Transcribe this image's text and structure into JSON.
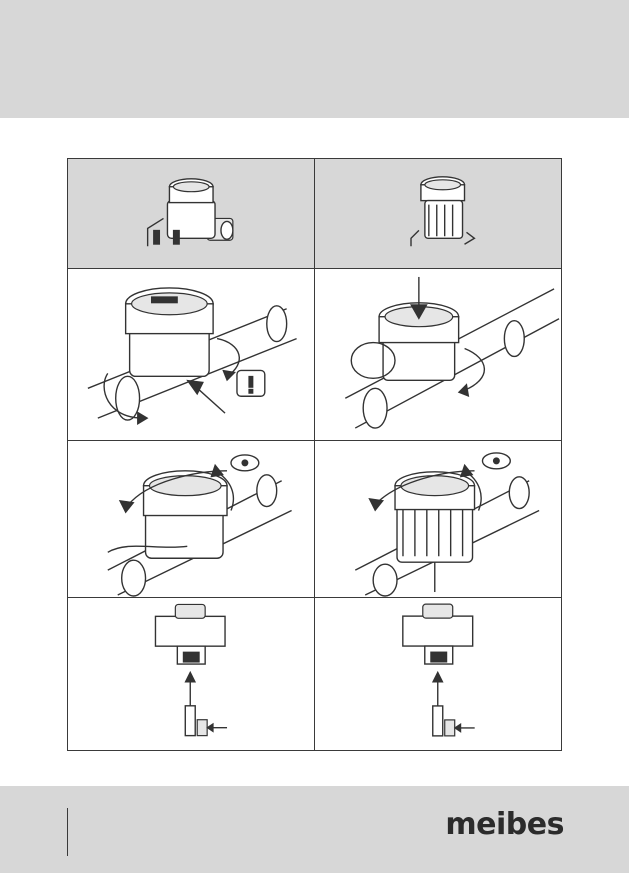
{
  "logo": {
    "text": "meibes"
  },
  "figures": [
    {
      "name": "meter-overview-left"
    },
    {
      "name": "meter-overview-right"
    },
    {
      "name": "step-unscrew-left",
      "icon": "warning-icon"
    },
    {
      "name": "step-press-right"
    },
    {
      "name": "step-rotate-left",
      "icon": "eye-icon"
    },
    {
      "name": "step-rotate-right",
      "icon": "eye-icon"
    },
    {
      "name": "sensor-insert-left"
    },
    {
      "name": "sensor-insert-right"
    }
  ],
  "colors": {
    "band": "#d7d7d7",
    "line": "#333333",
    "logo": "#2b2b2b"
  }
}
